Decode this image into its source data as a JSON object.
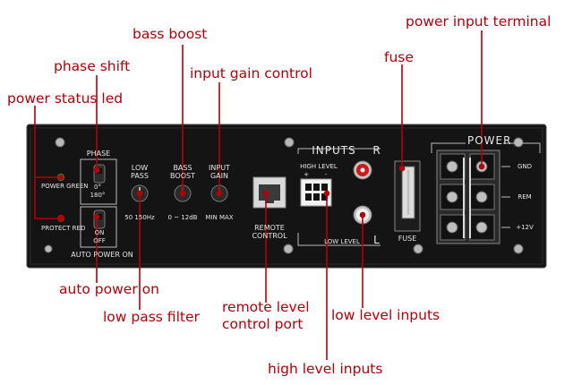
{
  "callouts": {
    "bass_boost": "bass boost",
    "power_input_terminal": "power input terminal",
    "phase_shift": "phase shift",
    "fuse": "fuse",
    "input_gain_control": "input gain control",
    "power_status_led": "power status led",
    "auto_power_on": "auto power on",
    "remote_level_1": "remote level",
    "remote_level_2": "control port",
    "low_pass_filter": "low pass filter",
    "low_level_inputs": "low level inputs",
    "high_level_inputs": "high level inputs"
  },
  "panel": {
    "phase": "PHASE",
    "phase_0": "0°",
    "phase_180": "180°",
    "power_green": "POWER GREEN",
    "protect_red": "PROTECT RED",
    "on": "ON",
    "off": "OFF",
    "auto_power_on": "AUTO POWER ON",
    "low_pass_1": "LOW",
    "low_pass_2": "PASS",
    "low_pass_range": "50  150Hz",
    "bass_boost_1": "BASS",
    "bass_boost_2": "BOOST",
    "bass_boost_range": "0 ~ 12dB",
    "input_gain_1": "INPUT",
    "input_gain_2": "GAIN",
    "input_gain_range": "MIN  MAX",
    "remote_control_1": "REMOTE",
    "remote_control_2": "CONTROL",
    "inputs": "INPUTS",
    "r": "R",
    "l": "L",
    "high_level": "HIGH LEVEL",
    "plus": "+",
    "minus": "-",
    "low_level": "LOW LEVEL",
    "fuse": "FUSE",
    "power": "POWER",
    "gnd": "GND",
    "rem": "REM",
    "v12": "+12V"
  },
  "colors": {
    "callout_text": "#b0000a",
    "leader_line": "#b0000a",
    "panel_face": "#141414",
    "panel_text": "#e8e8e8",
    "led_green": "#1fae3a",
    "led_red": "#c81414",
    "rca_red": "#d01818"
  }
}
